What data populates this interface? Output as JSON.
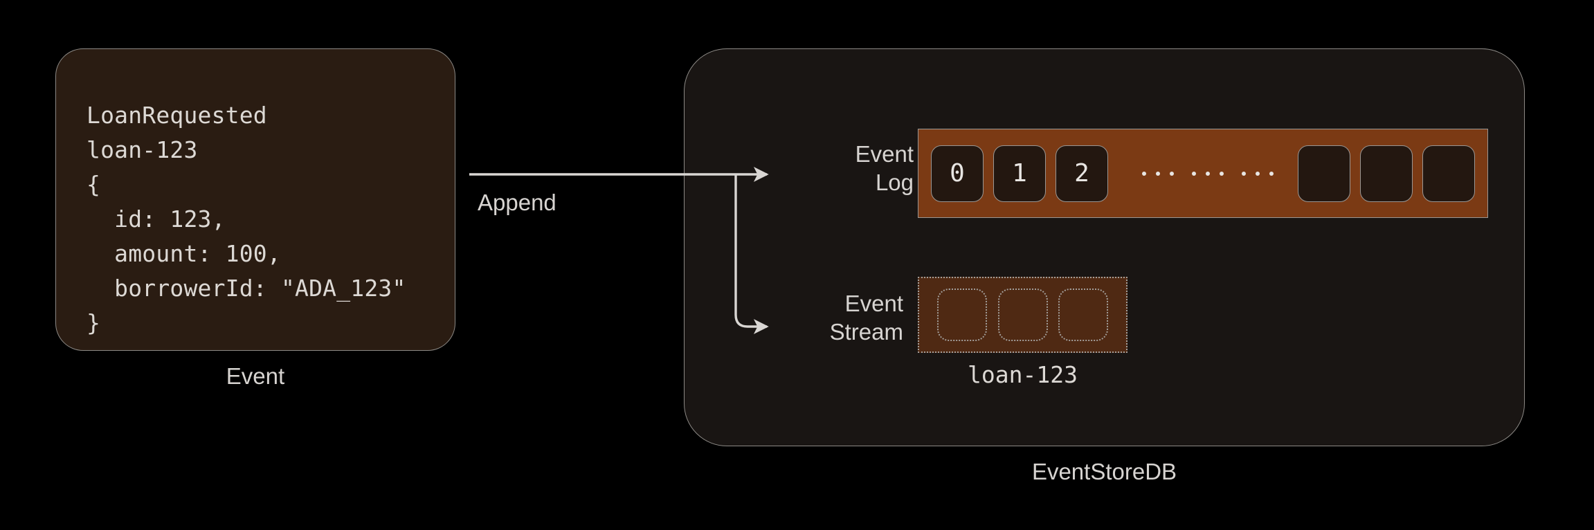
{
  "page": {
    "background": "#000000",
    "accent_rust": "#7b3a14",
    "card_fill": "#2a1c12",
    "store_fill": "#191513",
    "stroke": "#8d8a86",
    "text": "#d7d4d1"
  },
  "event_card": {
    "caption": "Event",
    "code": "LoanRequested\nloan-123\n{\n  id: 123,\n  amount: 100,\n  borrowerId: \"ADA_123\"\n}",
    "lines": [
      "LoanRequested",
      "loan-123",
      "{",
      "  id: 123,",
      "  amount: 100,",
      "  borrowerId: \"ADA_123\"",
      "}"
    ],
    "event_type": "LoanRequested",
    "stream_id": "loan-123",
    "payload": {
      "id": "123",
      "amount": "100",
      "borrowerId": "\"ADA_123\""
    }
  },
  "flow": {
    "append_label": "Append",
    "arrow_icon": "arrow-right-icon",
    "branch_icon": "arrow-branch-icon"
  },
  "store": {
    "caption": "EventStoreDB",
    "event_log": {
      "label": "Event\nLog",
      "label_line1": "Event",
      "label_line2": "Log",
      "cells": [
        "0",
        "1",
        "2"
      ],
      "ellipsis_groups": 3,
      "dots_per_group": 3,
      "tail_cells": [
        "",
        "",
        ""
      ]
    },
    "event_stream": {
      "label": "Event\nStream",
      "label_line1": "Event",
      "label_line2": "Stream",
      "caption": "loan-123",
      "cells": [
        "",
        "",
        ""
      ]
    }
  }
}
